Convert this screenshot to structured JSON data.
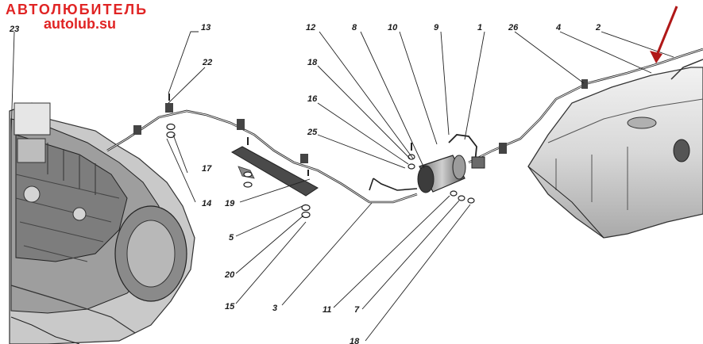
{
  "watermark": {
    "line1": "АВТОЛЮБИТЕЛЬ",
    "line2": "autolub.su",
    "color": "#e02424"
  },
  "arrow_color": "#b01818",
  "callouts": [
    {
      "id": "c23",
      "label": "23"
    },
    {
      "id": "c13",
      "label": "13"
    },
    {
      "id": "c22",
      "label": "22"
    },
    {
      "id": "c17",
      "label": "17"
    },
    {
      "id": "c14",
      "label": "14"
    },
    {
      "id": "c19",
      "label": "19"
    },
    {
      "id": "c5",
      "label": "5"
    },
    {
      "id": "c20",
      "label": "20"
    },
    {
      "id": "c15",
      "label": "15"
    },
    {
      "id": "c3",
      "label": "3"
    },
    {
      "id": "c12",
      "label": "12"
    },
    {
      "id": "c8",
      "label": "8"
    },
    {
      "id": "c10",
      "label": "10"
    },
    {
      "id": "c9",
      "label": "9"
    },
    {
      "id": "c1",
      "label": "1"
    },
    {
      "id": "c18a",
      "label": "18"
    },
    {
      "id": "c16",
      "label": "16"
    },
    {
      "id": "c25",
      "label": "25"
    },
    {
      "id": "c11",
      "label": "11"
    },
    {
      "id": "c7",
      "label": "7"
    },
    {
      "id": "c18b",
      "label": "18"
    },
    {
      "id": "c26",
      "label": "26"
    },
    {
      "id": "c4",
      "label": "4"
    },
    {
      "id": "c2",
      "label": "2"
    }
  ]
}
